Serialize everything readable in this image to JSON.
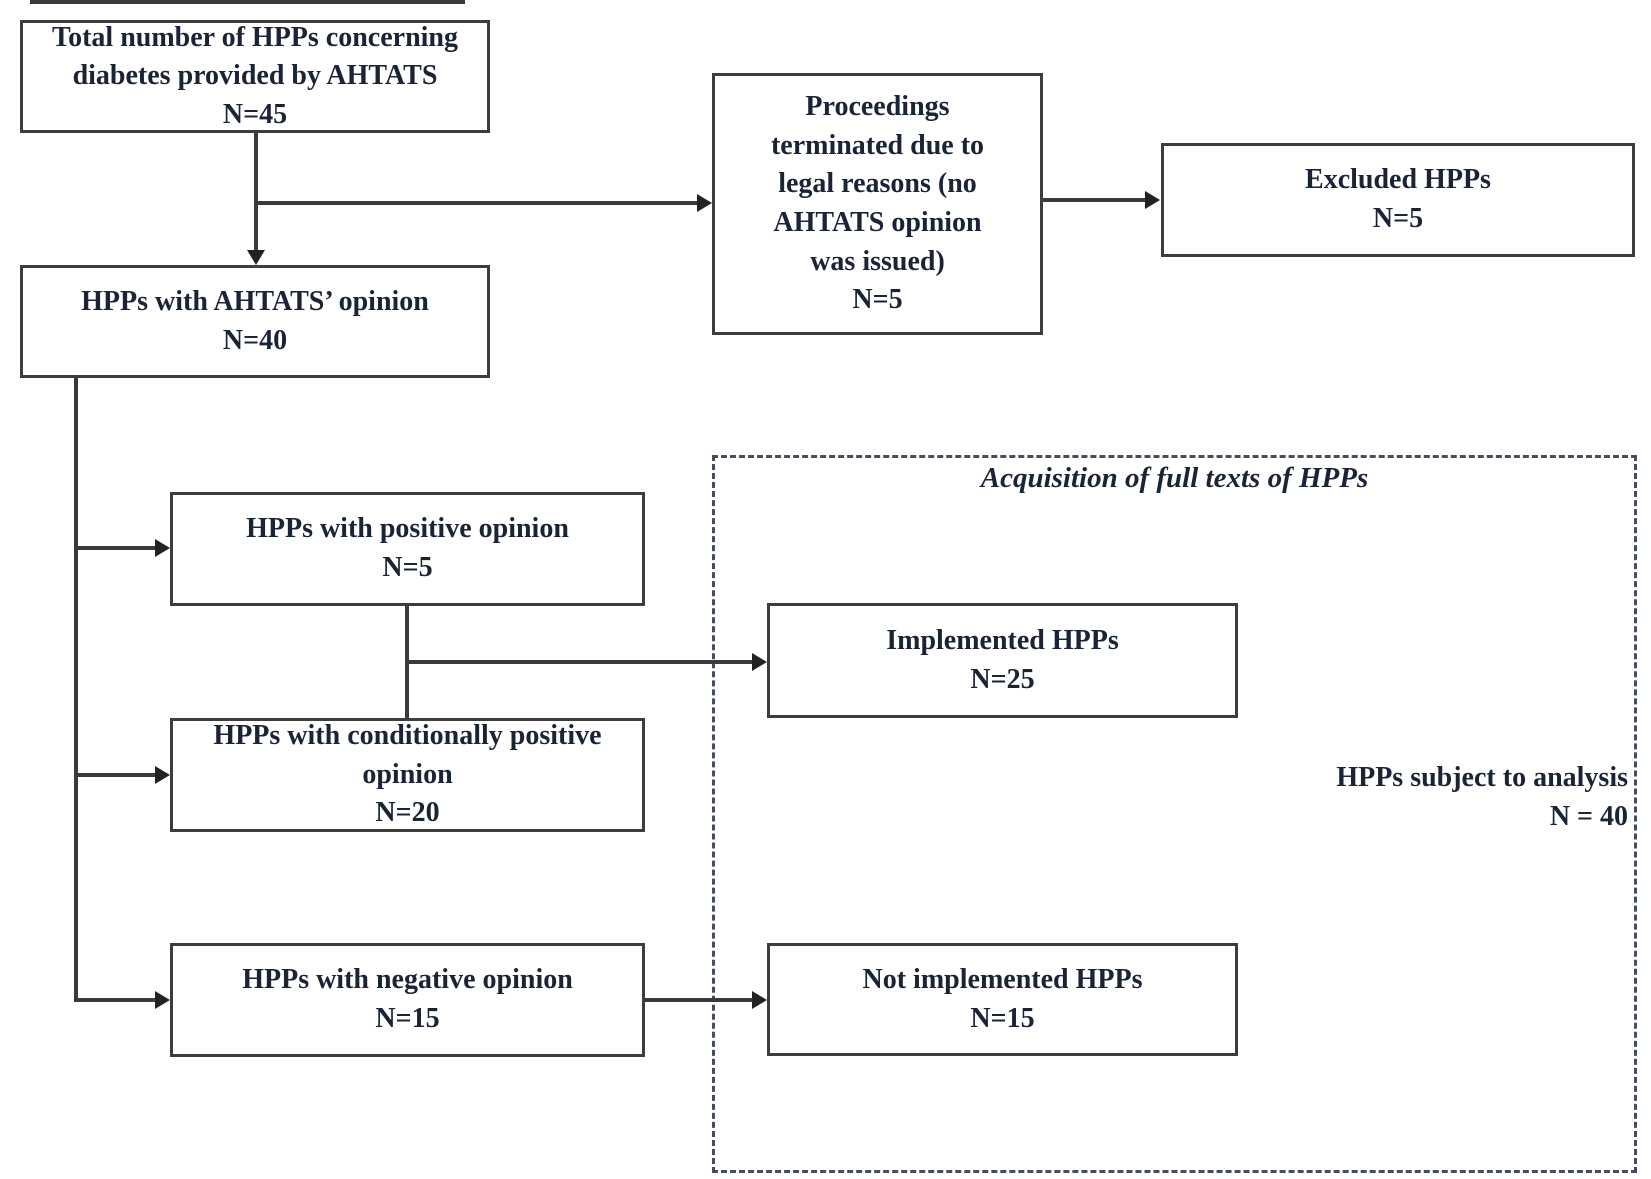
{
  "figure": {
    "background": "#ffffff",
    "text_color": "#1b2437",
    "box_border_color": "#3d3d3d",
    "connector_color": "#3a3a3a",
    "dashed_border_color": "#454d63"
  },
  "nodes": {
    "total": {
      "label": "Total number of HPPs concerning diabetes provided by AHTATS",
      "count": "N=45"
    },
    "proceedings_terminated": {
      "label": "Proceedings terminated due to legal reasons (no AHTATS opinion was issued)",
      "count": "N=5"
    },
    "excluded": {
      "label": "Excluded HPPs",
      "count": "N=5"
    },
    "with_opinion": {
      "label": "HPPs with AHTATS’ opinion",
      "count": "N=40"
    },
    "positive": {
      "label": "HPPs with positive opinion",
      "count": "N=5"
    },
    "conditionally_positive": {
      "label": "HPPs with conditionally positive opinion",
      "count": "N=20"
    },
    "negative": {
      "label": "HPPs with negative opinion",
      "count": "N=15"
    },
    "implemented": {
      "label": "Implemented HPPs",
      "count": "N=25"
    },
    "not_implemented": {
      "label": "Not implemented HPPs",
      "count": "N=15"
    }
  },
  "annotations": {
    "acquisition_title": "Acquisition of full texts of HPPs",
    "analysis_label": "HPPs subject to analysis",
    "analysis_count": "N = 40"
  }
}
